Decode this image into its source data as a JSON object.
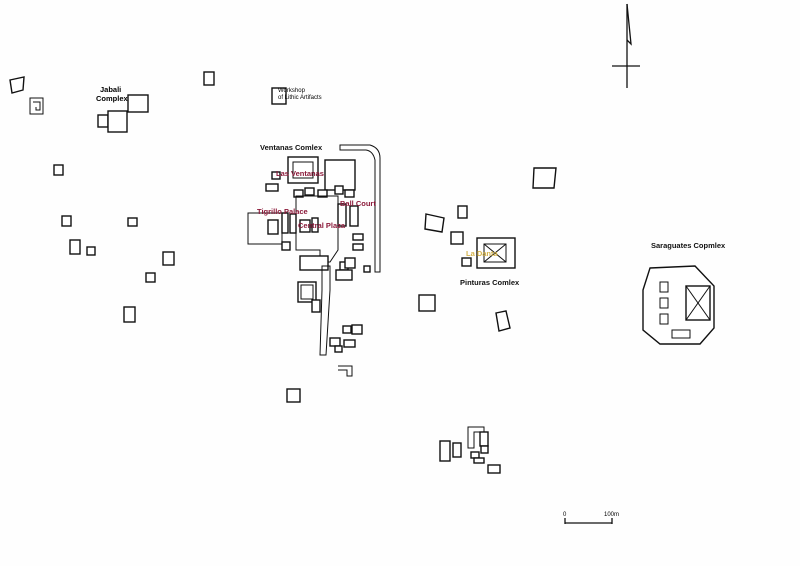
{
  "labels": {
    "jabali_1": "Jabali",
    "jabali_2": "Complex",
    "workshop_1": "Workshop",
    "workshop_2": "of Lithic Artifacts",
    "ventanas_complex": "Ventanas Comlex",
    "las_ventanas": "Las Ventanas",
    "ball_court": "Ball Court",
    "tigrillo_palace": "Tigrillo Palace",
    "central_plaza": "Central Plaza",
    "la_danta": "La Danta",
    "pinturas_complex": "Pinturas Comlex",
    "saraguates_complex": "Saraguates Copmlex"
  },
  "scale_bar": {
    "start": "0",
    "end": "100m"
  },
  "colors": {
    "ink": "#111111",
    "site_label": "#8b1a3a",
    "danta_label": "#d4b24a",
    "background": "#fefefe"
  },
  "icons": {
    "north_arrow": "north-arrow-icon"
  }
}
